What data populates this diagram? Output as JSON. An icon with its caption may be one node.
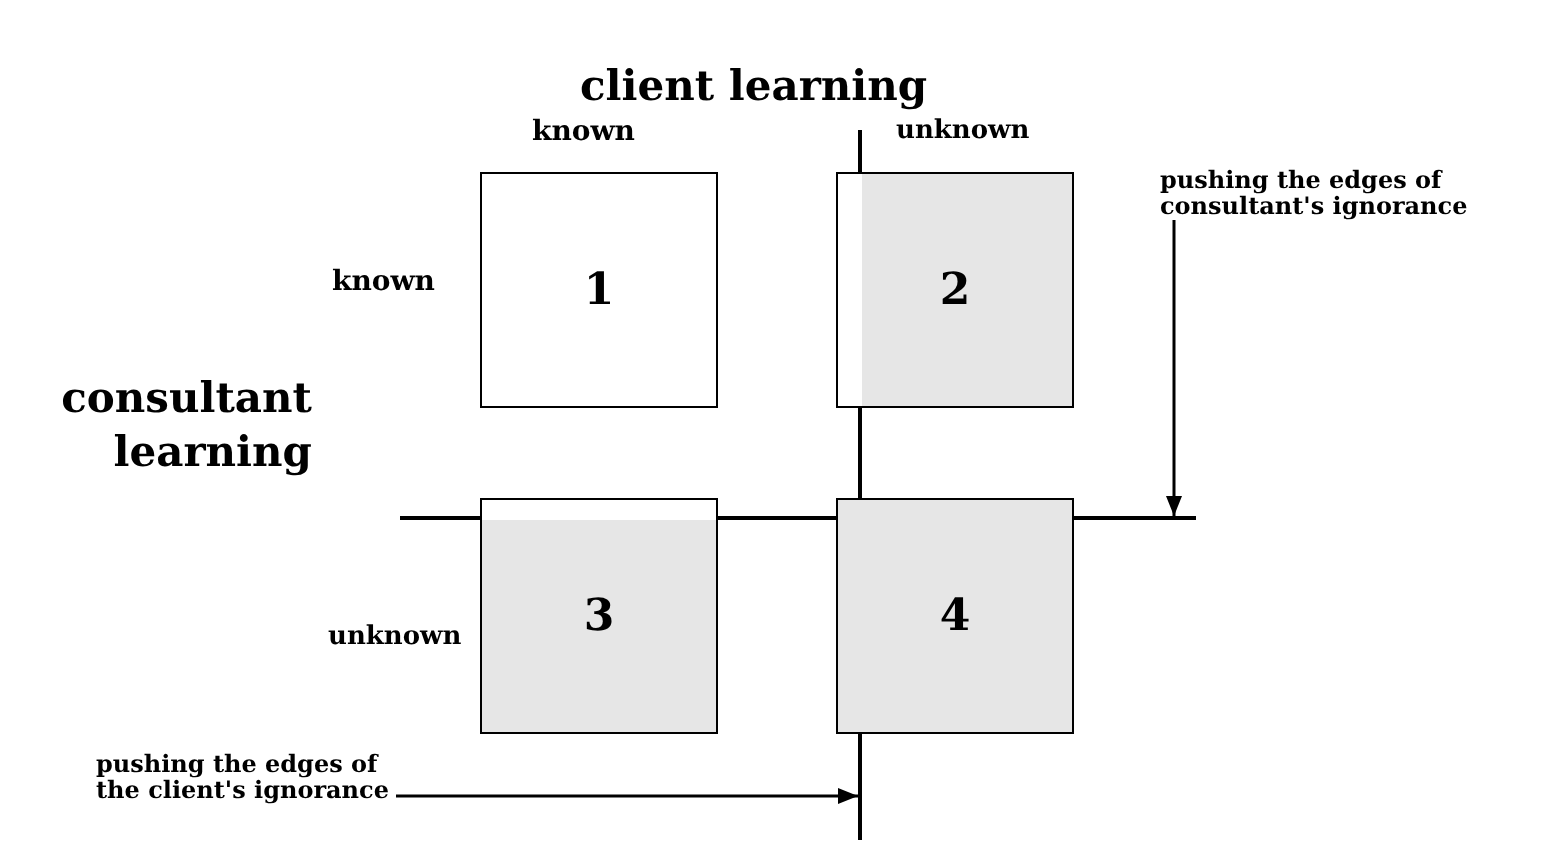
{
  "diagram": {
    "title": "client learning",
    "nodes": [
      {
        "text": [
          "1"
        ]
      },
      {
        "text": [
          "2"
        ]
      },
      {
        "text": [
          "3"
        ]
      },
      {
        "text": [
          "4"
        ]
      },
      {
        "text": [
          "pushing the edges of consultant's ignorance"
        ]
      },
      {
        "text": [],
        "shape": "line"
      },
      {
        "text": [
          "pushing the edges of the client's ignorance"
        ]
      },
      {
        "text": [],
        "shape": "line"
      }
    ],
    "edges": [
      {
        "from": 4,
        "to": 5,
        "arrow": "to"
      },
      {
        "from": 6,
        "to": 7,
        "arrow": "to"
      }
    ],
    "labels": [
      "known",
      "unknown",
      "known",
      "consultant learning",
      "unknown"
    ]
  }
}
